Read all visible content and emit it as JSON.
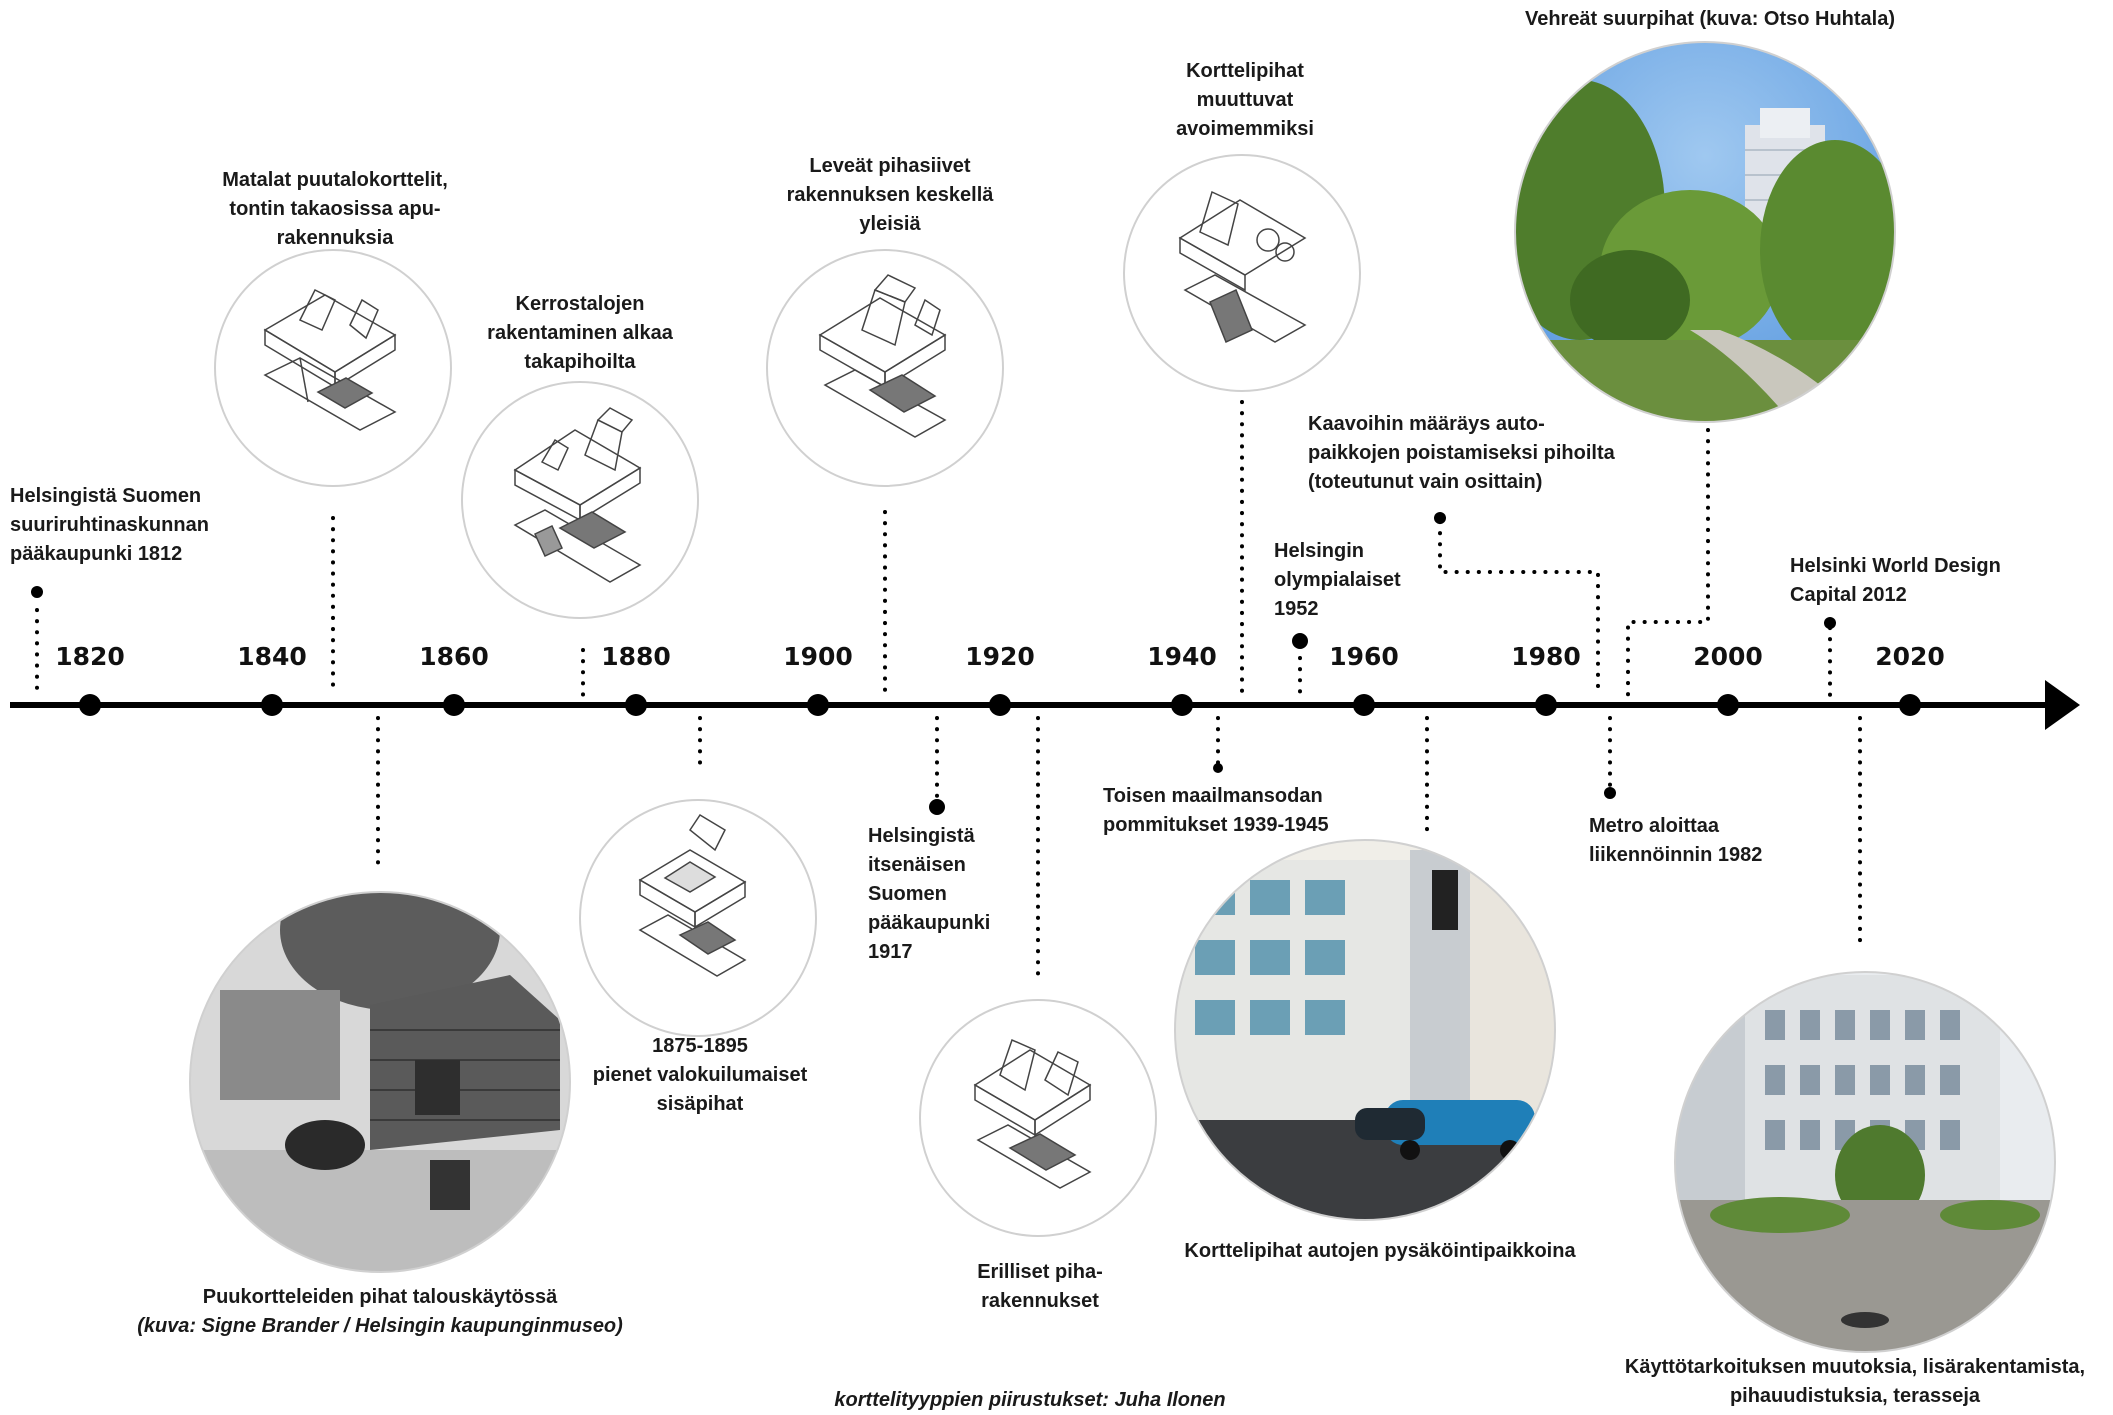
{
  "timeline": {
    "years": [
      "1820",
      "1840",
      "1860",
      "1880",
      "1900",
      "1920",
      "1940",
      "1960",
      "1980",
      "2000",
      "2020"
    ]
  },
  "events": {
    "capital_1812": "Helsingistä Suomen\nsuuriruhtinaskunnan\npääkaupunki 1812",
    "low_wooden_blocks": "Matalat puutalokorttelit,\ntontin takaosissa apu-\nrakennuksia",
    "apartment_buildings": "Kerrostalojen\nrakentaminen alkaa\ntakapihoilta",
    "wide_wings": "Leveät pihasiivet\nrakennuksen keskellä\nyleisiä",
    "courtyards_open": "Korttelipihat\nmuuttuvat\navoimemmiksi",
    "olympics": "Helsingin\nolympialaiset\n1952",
    "parking_removal": "Kaavoihin määräys auto-\npaikkojen poistamiseksi pihoilta\n(toteutunut vain osittain)",
    "green_courtyards": "Vehreät suurpihat (kuva: Otso Huhtala)",
    "design_capital": "Helsinki World Design\nCapital 2012",
    "small_lightwells": "1875-1895\npienet valokuilumaiset\nsisäpihat",
    "independent_capital": "Helsingistä\nitsenäisen\nSuomen\npääkaupunki\n1917",
    "war_bombings": "Toisen maailmansodan\npommitukset 1939-1945",
    "metro": "Metro aloittaa\nliikennöinnin 1982",
    "separate_buildings": "Erilliset piha-\nrakennukset",
    "parking_courtyards": "Korttelipihat autojen pysäköintipaikkoina",
    "wooden_block_yards": "Puukortteleiden pihat talouskäytössä",
    "wooden_block_credit": "(kuva: Signe Brander / Helsingin kaupunginmuseo)",
    "use_changes": "Käyttötarkoituksen muutoksia, lisärakentamista,\npihauudistuksia, terasseja"
  },
  "credits": {
    "drawings": "korttelityyppien piirustukset: Juha Ilonen"
  },
  "colors": {
    "line": "#000000",
    "circle_stroke": "#d0d0d0",
    "text": "#1a1a1a"
  }
}
